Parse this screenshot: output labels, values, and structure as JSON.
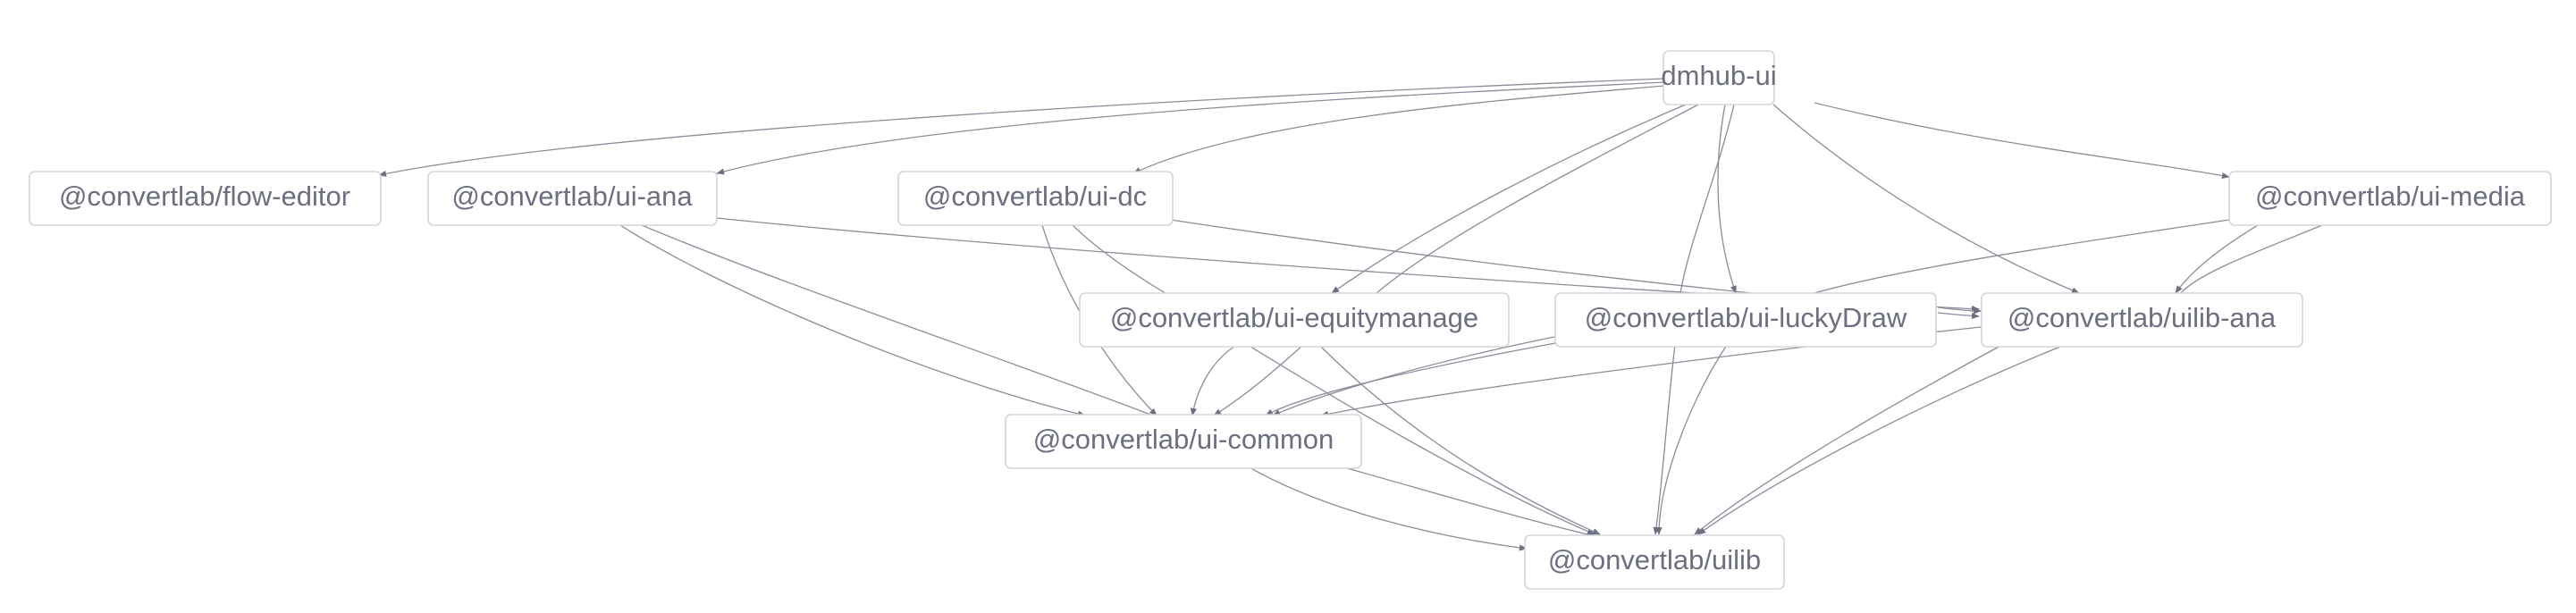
{
  "nodes": [
    {
      "id": "dmhub-ui",
      "label": "dmhub-ui"
    },
    {
      "id": "flow-editor",
      "label": "@convertlab/flow-editor"
    },
    {
      "id": "ui-ana",
      "label": "@convertlab/ui-ana"
    },
    {
      "id": "ui-dc",
      "label": "@convertlab/ui-dc"
    },
    {
      "id": "ui-media",
      "label": "@convertlab/ui-media"
    },
    {
      "id": "ui-equitymanage",
      "label": "@convertlab/ui-equitymanage"
    },
    {
      "id": "ui-luckyDraw",
      "label": "@convertlab/ui-luckyDraw"
    },
    {
      "id": "uilib-ana",
      "label": "@convertlab/uilib-ana"
    },
    {
      "id": "ui-common",
      "label": "@convertlab/ui-common"
    },
    {
      "id": "uilib",
      "label": "@convertlab/uilib"
    }
  ],
  "edges": [
    {
      "from": "dmhub-ui",
      "to": "flow-editor"
    },
    {
      "from": "dmhub-ui",
      "to": "ui-ana"
    },
    {
      "from": "dmhub-ui",
      "to": "ui-dc"
    },
    {
      "from": "dmhub-ui",
      "to": "ui-media"
    },
    {
      "from": "dmhub-ui",
      "to": "ui-equitymanage"
    },
    {
      "from": "dmhub-ui",
      "to": "ui-luckyDraw"
    },
    {
      "from": "dmhub-ui",
      "to": "uilib-ana"
    },
    {
      "from": "ui-dc",
      "to": "uilib-ana"
    },
    {
      "from": "ui-media",
      "to": "uilib-ana"
    },
    {
      "from": "ui-luckyDraw",
      "to": "uilib-ana"
    },
    {
      "from": "ui-ana",
      "to": "uilib-ana"
    },
    {
      "from": "ui-ana",
      "to": "ui-common"
    },
    {
      "from": "ui-dc",
      "to": "ui-common"
    },
    {
      "from": "ui-equitymanage",
      "to": "ui-common"
    },
    {
      "from": "ui-luckyDraw",
      "to": "ui-common"
    },
    {
      "from": "uilib-ana",
      "to": "ui-common"
    },
    {
      "from": "ui-equitymanage",
      "to": "uilib"
    },
    {
      "from": "ui-luckyDraw",
      "to": "uilib"
    },
    {
      "from": "uilib-ana",
      "to": "uilib"
    },
    {
      "from": "ui-common",
      "to": "uilib"
    },
    {
      "from": "ui-dc",
      "to": "uilib"
    },
    {
      "from": "ui-media",
      "to": "ui-common"
    }
  ]
}
